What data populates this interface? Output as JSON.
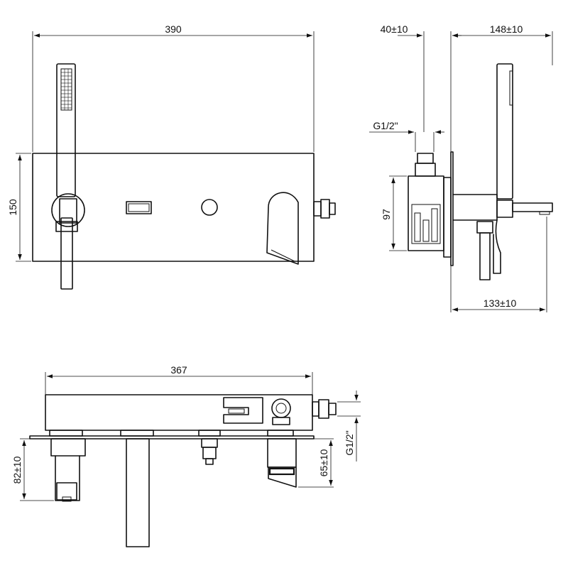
{
  "dimensions": {
    "front_width": "390",
    "front_height": "150",
    "side_inlet_depth": "40±10",
    "side_outlet_depth": "148±10",
    "side_thread": "G1/2\"",
    "side_box_height": "97",
    "side_base_depth": "133±10",
    "top_width": "367",
    "top_spout_depth": "82±10",
    "top_lever_depth": "65±10",
    "top_thread": "G1/2\""
  }
}
